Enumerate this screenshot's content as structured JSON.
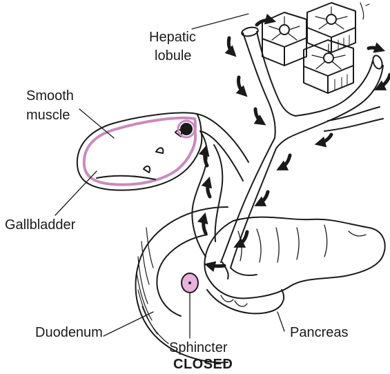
{
  "labels": {
    "hepatic_lobule_line1": "Hepatic",
    "hepatic_lobule_line2": "lobule",
    "smooth_muscle_line1": "Smooth",
    "smooth_muscle_line2": "muscle",
    "gallbladder": "Gallbladder",
    "duodenum": "Duodenum",
    "pancreas": "Pancreas",
    "sphincter": "Sphincter",
    "sphincter_state": "CLOSED"
  },
  "colors": {
    "outline": "#1a1a1a",
    "muscle_layer": "#c98bbd",
    "sphincter_fill": "#e7b3dd",
    "background": "#ffffff"
  },
  "icons": {
    "flow_arrows": "curved-arrow-icon"
  }
}
